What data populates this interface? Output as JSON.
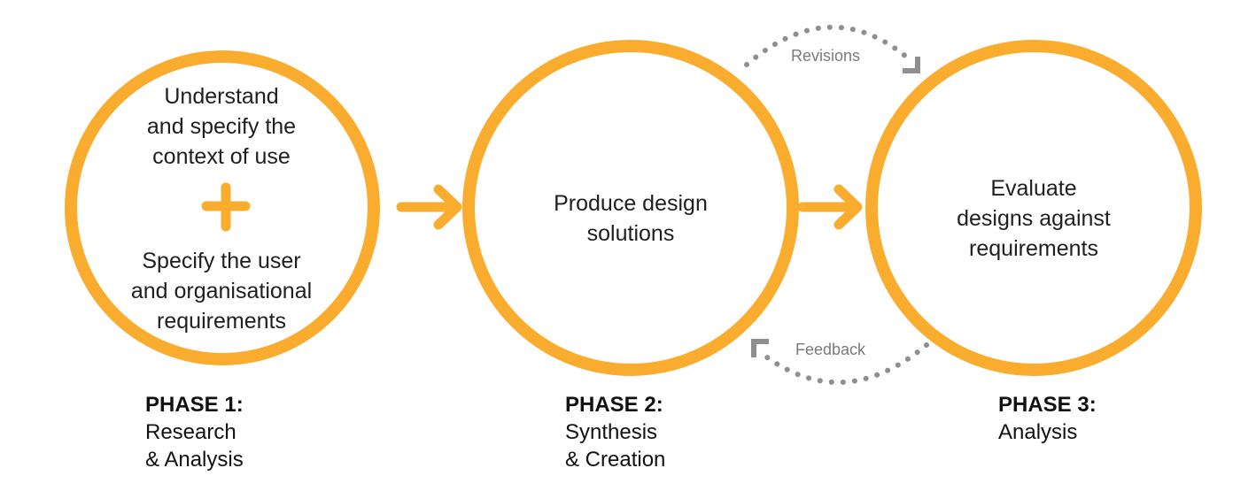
{
  "colors": {
    "accent": "#F9AC2D",
    "loop_gray": "#8F8F8F",
    "text": "#1f1f1f",
    "label_gray": "#7a7a7a"
  },
  "circles": [
    {
      "id": "context",
      "top_lines": [
        "Understand",
        "and specify the",
        "context of use"
      ],
      "connector_icon": "plus-icon",
      "bottom_lines": [
        "Specify the user",
        "and organisational",
        "requirements"
      ]
    },
    {
      "id": "design",
      "lines": [
        "Produce design",
        "solutions"
      ]
    },
    {
      "id": "evaluate",
      "lines": [
        "Evaluate",
        "designs against",
        "requirements"
      ]
    }
  ],
  "flow_arrows": [
    {
      "from": "context",
      "to": "design",
      "icon": "arrow-right-icon"
    },
    {
      "from": "design",
      "to": "evaluate",
      "icon": "arrow-right-icon"
    }
  ],
  "loops": {
    "revisions": {
      "label": "Revisions",
      "from": "design",
      "to": "evaluate"
    },
    "feedback": {
      "label": "Feedback",
      "from": "evaluate",
      "to": "design"
    }
  },
  "phases": [
    {
      "title": "PHASE 1:",
      "lines": [
        "Research",
        "& Analysis"
      ]
    },
    {
      "title": "PHASE 2:",
      "lines": [
        "Synthesis",
        "& Creation"
      ]
    },
    {
      "title": "PHASE 3:",
      "lines": [
        "Analysis"
      ]
    }
  ]
}
